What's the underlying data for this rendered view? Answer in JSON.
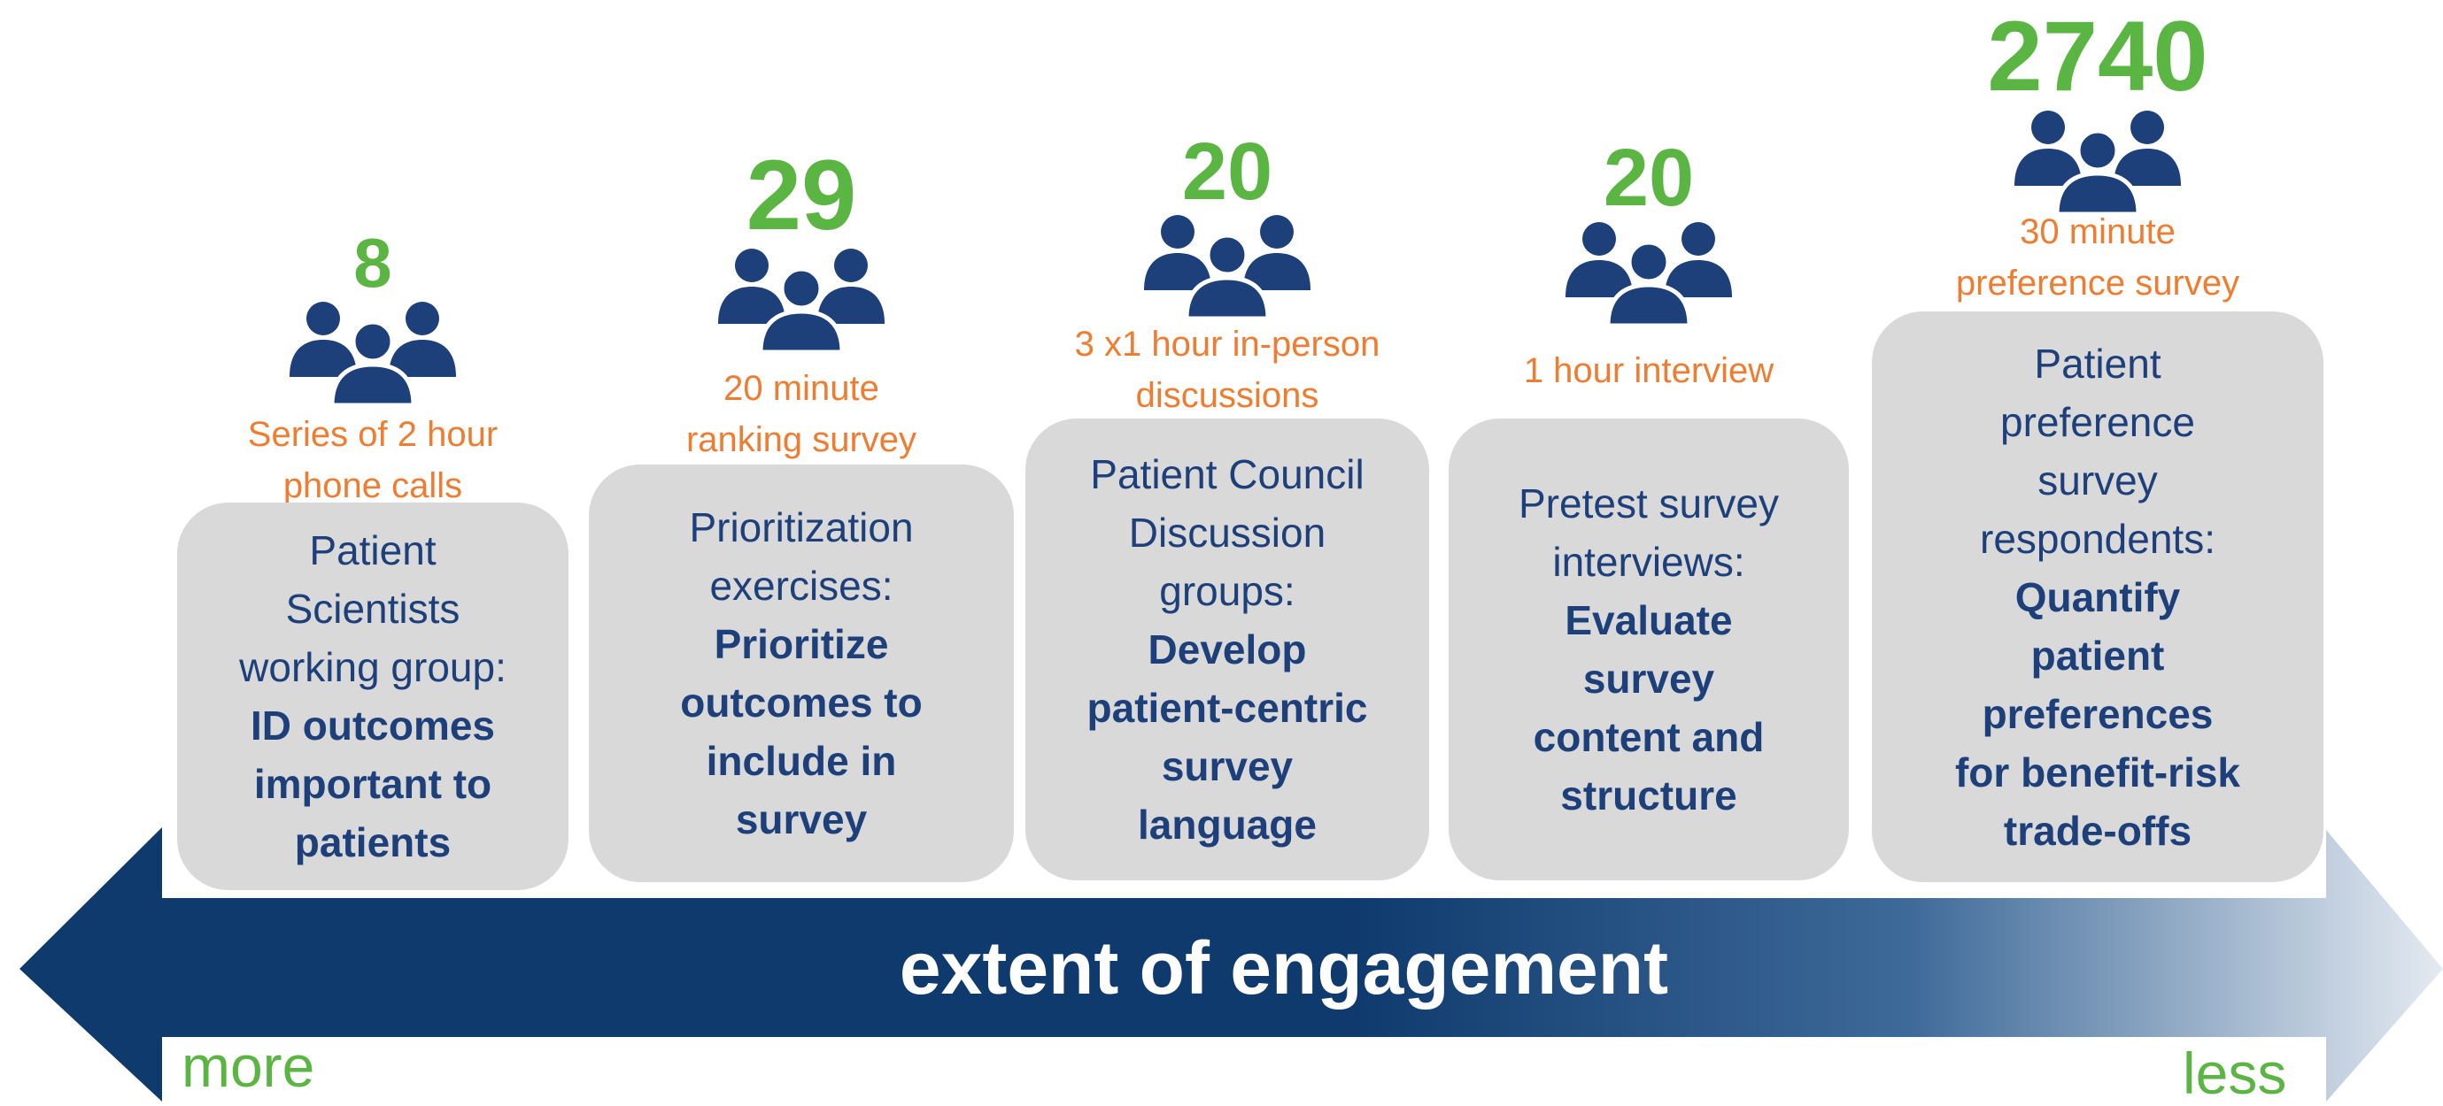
{
  "axis": {
    "label": "extent of engagement",
    "left_end": "more",
    "right_end": "less"
  },
  "colors": {
    "count": "#5bb542",
    "method": "#ee7d31",
    "card_text": "#1d3f7a",
    "card_bg": "#d9d9d9",
    "arrow_dark": "#0f3a6e",
    "arrow_light": "#dbe4ee"
  },
  "stages": [
    {
      "count": "8",
      "icon": "people-group-icon",
      "method": "Series of 2 hour\nphone calls",
      "title": "Patient\nScientists\nworking group:",
      "goal": "ID outcomes\nimportant to\npatients"
    },
    {
      "count": "29",
      "icon": "people-group-icon",
      "method": "20 minute\nranking survey",
      "title": "Prioritization\nexercises:",
      "goal": "Prioritize\noutcomes to\ninclude in\nsurvey"
    },
    {
      "count": "20",
      "icon": "people-group-icon",
      "method": "3 x1 hour in-person\ndiscussions",
      "title": "Patient Council\nDiscussion\ngroups:",
      "goal": "Develop\npatient-centric\nsurvey\nlanguage"
    },
    {
      "count": "20",
      "icon": "people-group-icon",
      "method": "1 hour interview",
      "title": "Pretest survey\ninterviews:",
      "goal": "Evaluate\nsurvey\ncontent and\nstructure"
    },
    {
      "count": "2740",
      "icon": "people-group-icon",
      "method": "30 minute\npreference survey",
      "title": "Patient\npreference\nsurvey\nrespondents:",
      "goal": "Quantify\npatient\npreferences\nfor benefit-risk\ntrade-offs"
    }
  ]
}
